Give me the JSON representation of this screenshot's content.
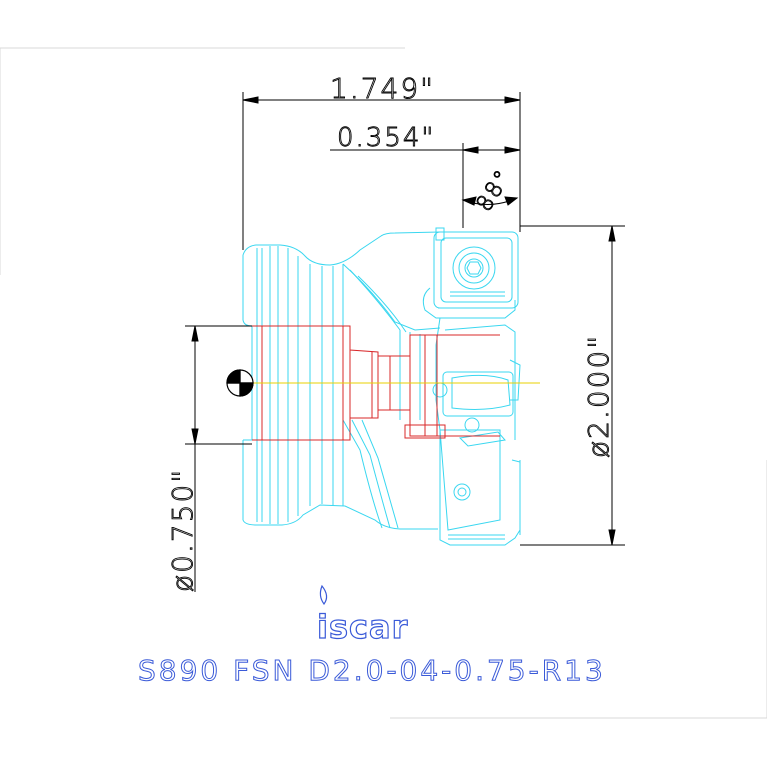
{
  "dimensions": {
    "overall_length": "1.749\"",
    "insert_offset": "0.354\"",
    "lead_angle": "88°",
    "cutting_diameter": "ø2.000\"",
    "bore_diameter": "ø0.750\""
  },
  "logo": {
    "text": "iscar"
  },
  "part_number": "S890 FSN D2.0-04-0.75-R13",
  "colors": {
    "outline": "#3ad7f0",
    "hidden": "#d8282a",
    "center": "#e8d200",
    "text": "#3a5ad8",
    "dim": "#000000"
  }
}
